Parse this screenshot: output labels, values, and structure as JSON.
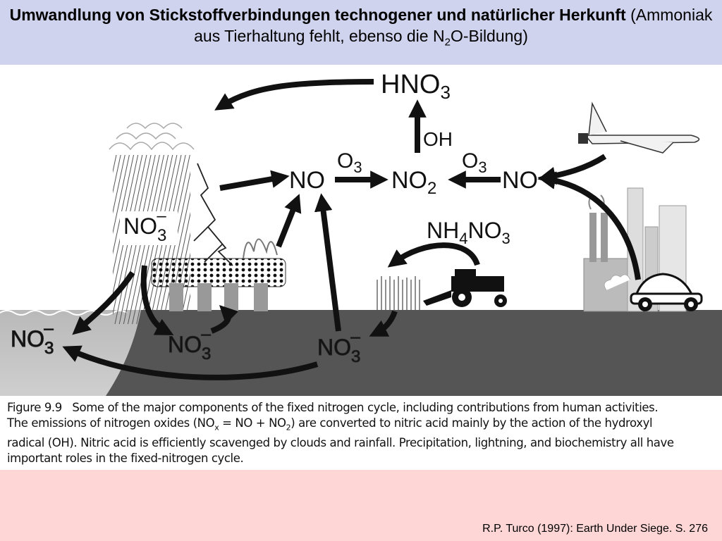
{
  "title": {
    "bold": "Umwandlung von Stickstoffverbindungen technogener und natürlicher Herkunft",
    "normal_pre": "(Ammoniak aus Tierhaltung fehlt, ebenso die N",
    "sub": "2",
    "normal_post": "O-Bildung)"
  },
  "diagram": {
    "hno3": {
      "base": "HNO",
      "sub": "3"
    },
    "oh": "OH",
    "no_left": "NO",
    "no_right": "NO",
    "no2": {
      "base": "NO",
      "sub": "2"
    },
    "o3_left": {
      "base": "O",
      "sub": "3"
    },
    "o3_right": {
      "base": "O",
      "sub": "3"
    },
    "nh4no3": {
      "a": "NH",
      "s1": "4",
      "b": "NO",
      "s2": "3"
    },
    "no3_rain": {
      "base": "NO",
      "sub": "3",
      "sup": "–"
    },
    "no3_sea": {
      "base": "NO",
      "sub": "3",
      "sup": "–"
    },
    "no3_soil_left": {
      "base": "NO",
      "sub": "3",
      "sup": "–"
    },
    "no3_soil_right": {
      "base": "NO",
      "sub": "3",
      "sup": "–"
    }
  },
  "caption": {
    "fig_label": "Figure 9.9",
    "line1": "Some of the major components of the fixed nitrogen cycle, including contributions from human activities.",
    "line2_pre": "The emissions of nitrogen oxides (NO",
    "line2_x": "x",
    "line2_mid": " = NO + NO",
    "line2_2": "2",
    "line2_post": ") are converted to nitric acid mainly by the action of the hydroxyl",
    "line3": "radical (OH). Nitric acid is efficiently scavenged by clouds and rainfall. Precipitation, lightning, and biochemistry all have",
    "line4": "important roles in the fixed-nitrogen cycle."
  },
  "citation": "R.P. Turco (1997): Earth Under Siege. S. 276"
}
